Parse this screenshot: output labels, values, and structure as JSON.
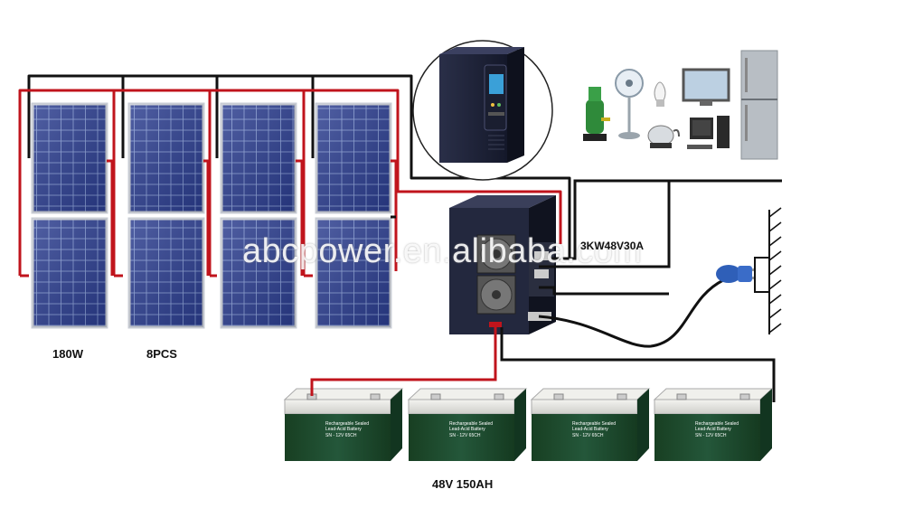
{
  "labels": {
    "panel_wattage": "180W",
    "panel_count": "8PCS",
    "inverter_model": "3KW48V30A",
    "battery_spec": "48V 150AH"
  },
  "watermark": "abcpower.en.alibaba.com",
  "battery_label": {
    "line1": "Rechargeable Sealed",
    "line2": "Lead-Acid Battery",
    "model": "SN - 12V 65CH"
  },
  "colors": {
    "positive_wire": "#c0141c",
    "negative_wire": "#111111",
    "panel_cell": "#2b3d8f",
    "battery_body": "#1e4d2b",
    "battery_lid": "#e4e4e0"
  },
  "icons": [
    "solar-panel",
    "inverter",
    "water-pump",
    "fan",
    "light-bulb",
    "kettle",
    "tv",
    "computer",
    "refrigerator",
    "wall-socket",
    "plug",
    "battery"
  ]
}
